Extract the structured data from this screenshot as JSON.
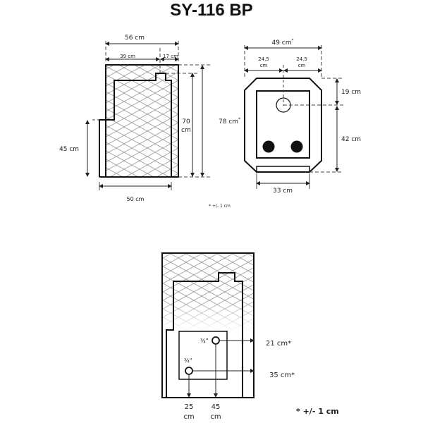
{
  "title": "SY-116 BP",
  "side_view": {
    "top_width": "56 cm",
    "top_left": "39 cm",
    "top_right": "17 cm",
    "inner_height_a": "70",
    "inner_height_b": "cm",
    "total_height": "78 cm",
    "total_height_mark": "*",
    "left_height": "45 cm",
    "bottom_width": "50 cm",
    "tolerance": "* +/- 1 cm"
  },
  "front_view": {
    "top_width": "49 cm",
    "top_width_mark": "*",
    "half_left_a": "24,5",
    "half_left_b": "cm",
    "half_right_a": "24,5",
    "half_right_b": "cm",
    "upper_height": "19 cm",
    "lower_height": "42 cm",
    "base_width": "33 cm"
  },
  "pipe_view": {
    "pipe_upper_size": "¾\"",
    "pipe_lower_size": "¾\"",
    "upper_height": "21 cm*",
    "lower_height": "35 cm*",
    "left_dist_a": "25",
    "left_dist_b": "cm",
    "right_dist_a": "45",
    "right_dist_b": "cm",
    "tolerance": "* +/- 1 cm"
  }
}
